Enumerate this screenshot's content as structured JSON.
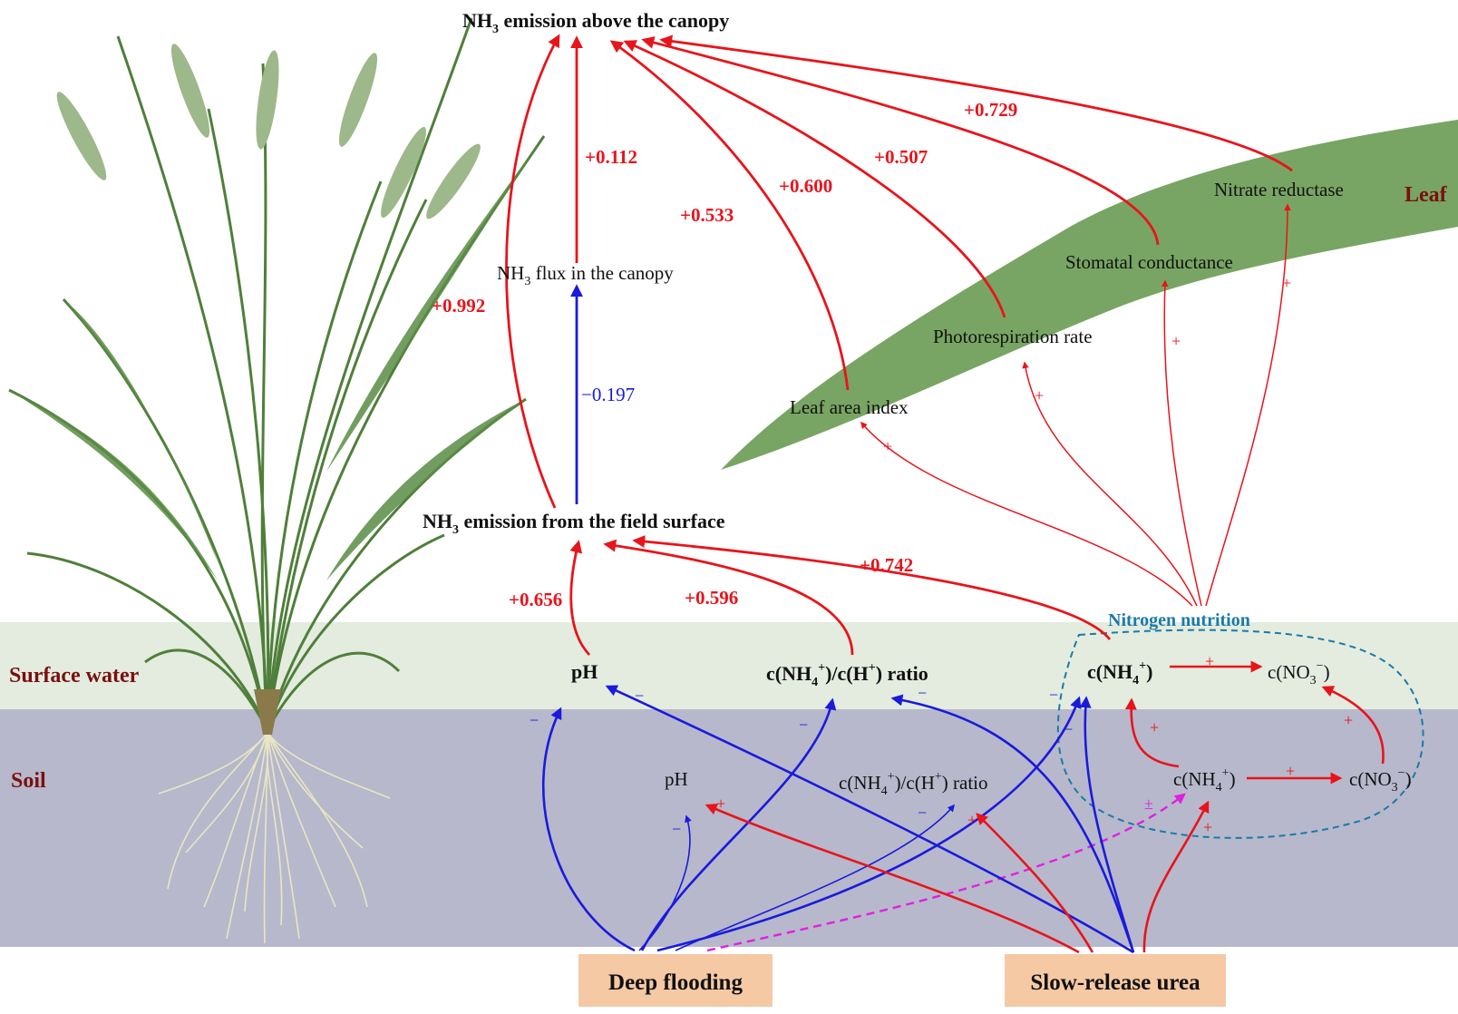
{
  "colors": {
    "surface_water_band": "#e3ecdf",
    "soil_band": "#b7b8cb",
    "leaf_fill": "#78a563",
    "positive": "#e8141b",
    "negative": "#1a1adc",
    "uncertain": "#e020e0",
    "nitrogen_outline": "#1a7aa8",
    "driver_box": "#f5c9a4"
  },
  "zones": {
    "surface_water": "Surface water",
    "soil": "Soil",
    "leaf": "Leaf",
    "nitrogen_nutrition": "Nitrogen nutrition"
  },
  "nodes": {
    "nh3_canopy_emission": {
      "base": "NH",
      "sub": "3",
      "rest": " emission above the canopy"
    },
    "nh3_canopy_flux": {
      "base": "NH",
      "sub": "3",
      "rest": " flux in the canopy"
    },
    "nh3_field_emission": {
      "base": "NH",
      "sub": "3",
      "rest": " emission from the field surface"
    },
    "leaf_area_index": "Leaf area index",
    "photorespiration_rate": "Photorespiration rate",
    "stomatal_conductance": "Stomatal conductance",
    "nitrate_reductase": "Nitrate reductase",
    "water_ph": "pH",
    "water_ratio": {
      "p1": "c(NH",
      "sub": "4",
      "sup": "+",
      "p2": ")/c(H",
      "sup2": "+",
      "p3": ") ratio"
    },
    "water_nh4": {
      "p1": "c(NH",
      "sub": "4",
      "sup": "+",
      "p2": ")"
    },
    "water_no3": {
      "p1": "c(NO",
      "sub": "3",
      "sup": "−",
      "p2": ")"
    },
    "soil_ph": "pH",
    "soil_ratio": {
      "p1": "c(NH",
      "sub": "4",
      "sup": "+",
      "p2": ")/c(H",
      "sup2": "+",
      "p3": ") ratio"
    },
    "soil_nh4": {
      "p1": "c(NH",
      "sub": "4",
      "sup": "+",
      "p2": ")"
    },
    "soil_no3": {
      "p1": "c(NO",
      "sub": "3",
      "sup": "−",
      "p2": ")"
    }
  },
  "drivers": {
    "deep_flooding": "Deep flooding",
    "slow_release_urea": "Slow-release urea"
  },
  "coefficients": {
    "field_to_canopy": "+0.992",
    "flux_to_canopy": "+0.112",
    "lai_to_canopy": "+0.533",
    "photo_to_canopy": "+0.600",
    "stomatal_to_canopy": "+0.507",
    "nitrate_to_canopy": "+0.729",
    "field_to_flux": "−0.197",
    "ph_to_field": "+0.656",
    "ratio_to_field": "+0.596",
    "nh4_to_field": "+0.742"
  },
  "signs": {
    "plus": "+",
    "minus": "−",
    "plus_minus": "±"
  }
}
